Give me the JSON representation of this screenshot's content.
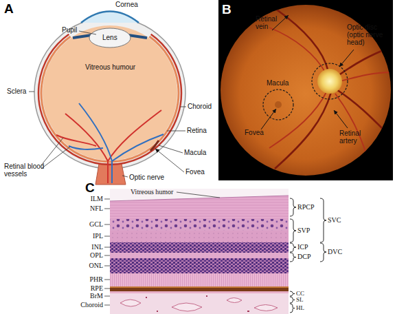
{
  "diagram": {
    "labels": [
      "A",
      "Cornea",
      "Pupil",
      "Lens",
      "Vitreous humour",
      "Sclera",
      "Choroid",
      "Retina",
      "Retinal blood vessels",
      "Macula",
      "Fovea",
      "Optic nerve",
      "B",
      "Retinal vein",
      "Optic disc (optic nerve head)",
      "Macula",
      "Fovea",
      "Retinal artery",
      "C",
      "ILM",
      "Vitreous humor",
      "NFL",
      "GCL",
      "IPL",
      "INL",
      "OPL",
      "ONL",
      "PHR",
      "RPE",
      "BrM",
      "Choroid",
      "RPCP",
      "SVP",
      "SVC",
      "ICP",
      "DCP",
      "DVC",
      "CC",
      "SL",
      "HL"
    ]
  }
}
